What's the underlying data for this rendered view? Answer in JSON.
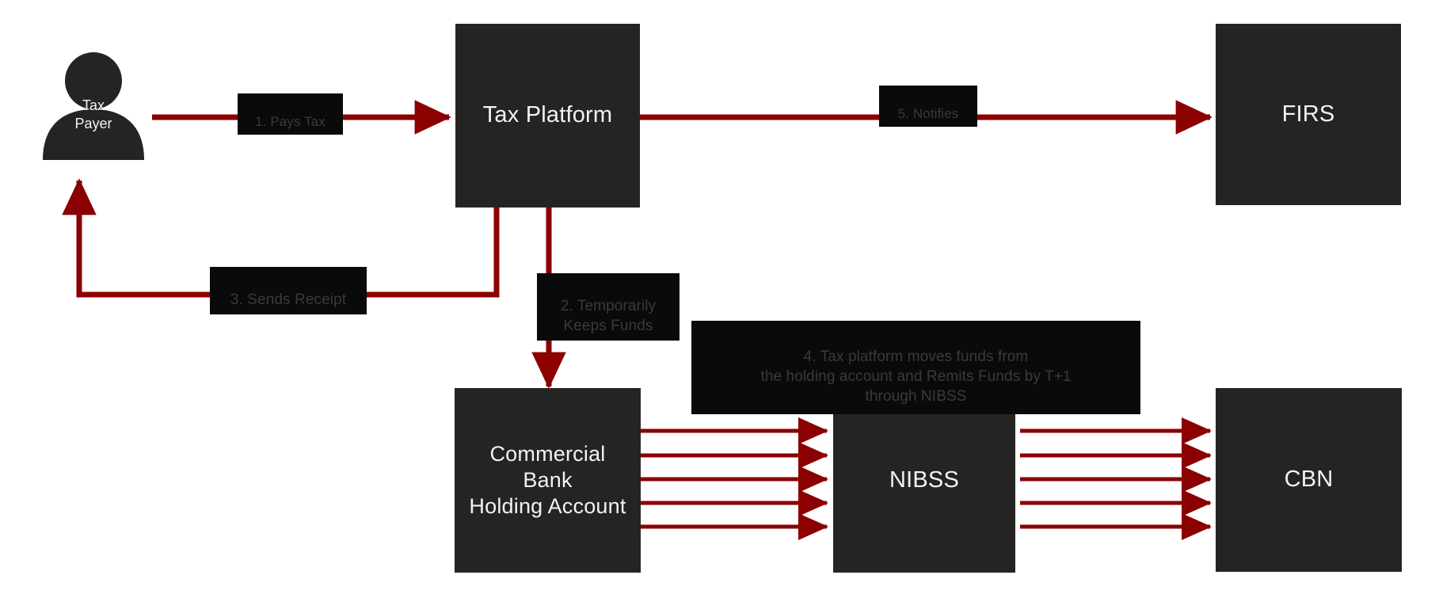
{
  "diagram": {
    "title": "Tax Payment and Remittance Flow",
    "background_color": "#ffffff",
    "node_color": "#262423",
    "node_text_color": "#f2f2f2",
    "arrow_color": "#8b0000",
    "label_bg_color": "#0a0a0a",
    "label_text_color": "#3a3a3a"
  },
  "nodes": {
    "taxpayer": {
      "label": "Tax\nPayer",
      "icon": "person-icon"
    },
    "tax_platform": {
      "label": "Tax Platform"
    },
    "firs": {
      "label": "FIRS"
    },
    "commercial_bank": {
      "label": "Commercial\nBank\nHolding Account"
    },
    "nibss": {
      "label": "NIBSS"
    },
    "cbn": {
      "label": "CBN"
    }
  },
  "edge_labels": {
    "step1": "1. Pays Tax",
    "step2": "2. Temporarily\nKeeps Funds",
    "step3": "3. Sends Receipt",
    "step4": "4. Tax platform moves funds from\nthe holding account and Remits Funds by T+1\nthrough NIBSS",
    "step5": "5. Notifies"
  },
  "flows": [
    {
      "step": "1",
      "from": "taxpayer",
      "to": "tax_platform",
      "label": "1. Pays Tax"
    },
    {
      "step": "2",
      "from": "tax_platform",
      "to": "commercial_bank",
      "label": "2. Temporarily Keeps Funds"
    },
    {
      "step": "3",
      "from": "tax_platform",
      "to": "taxpayer",
      "label": "3. Sends Receipt"
    },
    {
      "step": "4",
      "from": "commercial_bank",
      "to": "nibss",
      "label": "4. Tax platform moves funds from the holding account and Remits Funds by T+1 through NIBSS"
    },
    {
      "step": "4b",
      "from": "nibss",
      "to": "cbn",
      "label": ""
    },
    {
      "step": "5",
      "from": "tax_platform",
      "to": "firs",
      "label": "5. Notifies"
    }
  ]
}
